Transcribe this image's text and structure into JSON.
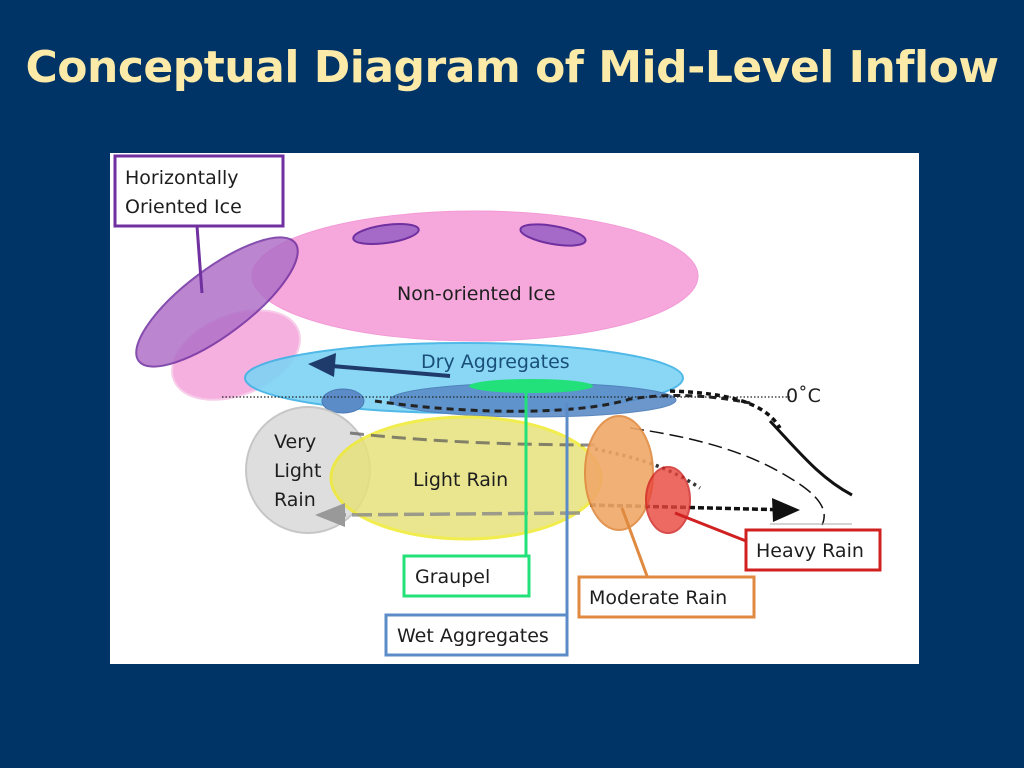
{
  "title": "Conceptual Diagram of Mid-Level Inflow",
  "labels": {
    "horizontally_oriented_ice": [
      "Horizontally",
      "Oriented Ice"
    ],
    "non_oriented_ice": "Non-oriented Ice",
    "dry_aggregates": "Dry Aggregates",
    "freezing_level": "0˚C",
    "very_light_rain": [
      "Very",
      "Light",
      "Rain"
    ],
    "light_rain": "Light Rain",
    "graupel": "Graupel",
    "wet_aggregates": "Wet Aggregates",
    "moderate_rain": "Moderate Rain",
    "heavy_rain": "Heavy Rain"
  },
  "colors": {
    "background": "#003366",
    "title": "#fbeaa8",
    "horizontally_oriented_ice": "#7030a0",
    "non_oriented_ice": "#f6a8dc",
    "dry_aggregates": "#7dd3f4",
    "wet_aggregates": "#5b8cc8",
    "graupel": "#22e07a",
    "very_light_rain": "#d9d9d9",
    "light_rain": "#e6e27c",
    "moderate_rain": "#f0a868",
    "heavy_rain": "#e8463c"
  }
}
